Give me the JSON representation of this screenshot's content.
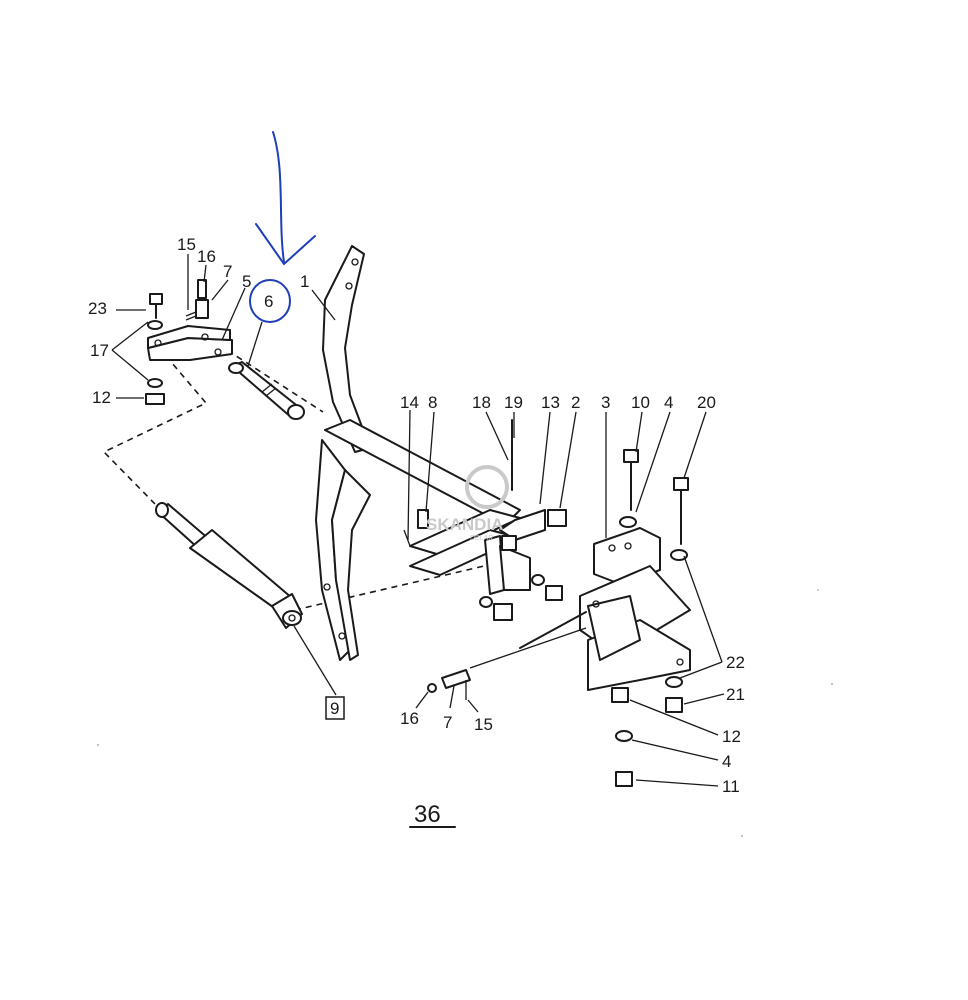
{
  "figure_number": "36",
  "callouts": {
    "c1": "1",
    "c2": "2",
    "c3": "3",
    "c4a": "4",
    "c4b": "4",
    "c5": "5",
    "c6": "6",
    "c7a": "7",
    "c7b": "7",
    "c8": "8",
    "c9": "9",
    "c10": "10",
    "c11": "11",
    "c12a": "12",
    "c12b": "12",
    "c13": "13",
    "c14": "14",
    "c15a": "15",
    "c15b": "15",
    "c16a": "16",
    "c16b": "16",
    "c17": "17",
    "c18": "18",
    "c19": "19",
    "c20": "20",
    "c21": "21",
    "c22": "22",
    "c23": "23"
  },
  "watermark": {
    "text": "SKANDIA",
    "sub": "DELAR"
  },
  "annotation_color": "#1f3fb8",
  "icons": [
    "arrow-annotation-icon",
    "circle-annotation-icon",
    "watermark-logo-icon"
  ]
}
